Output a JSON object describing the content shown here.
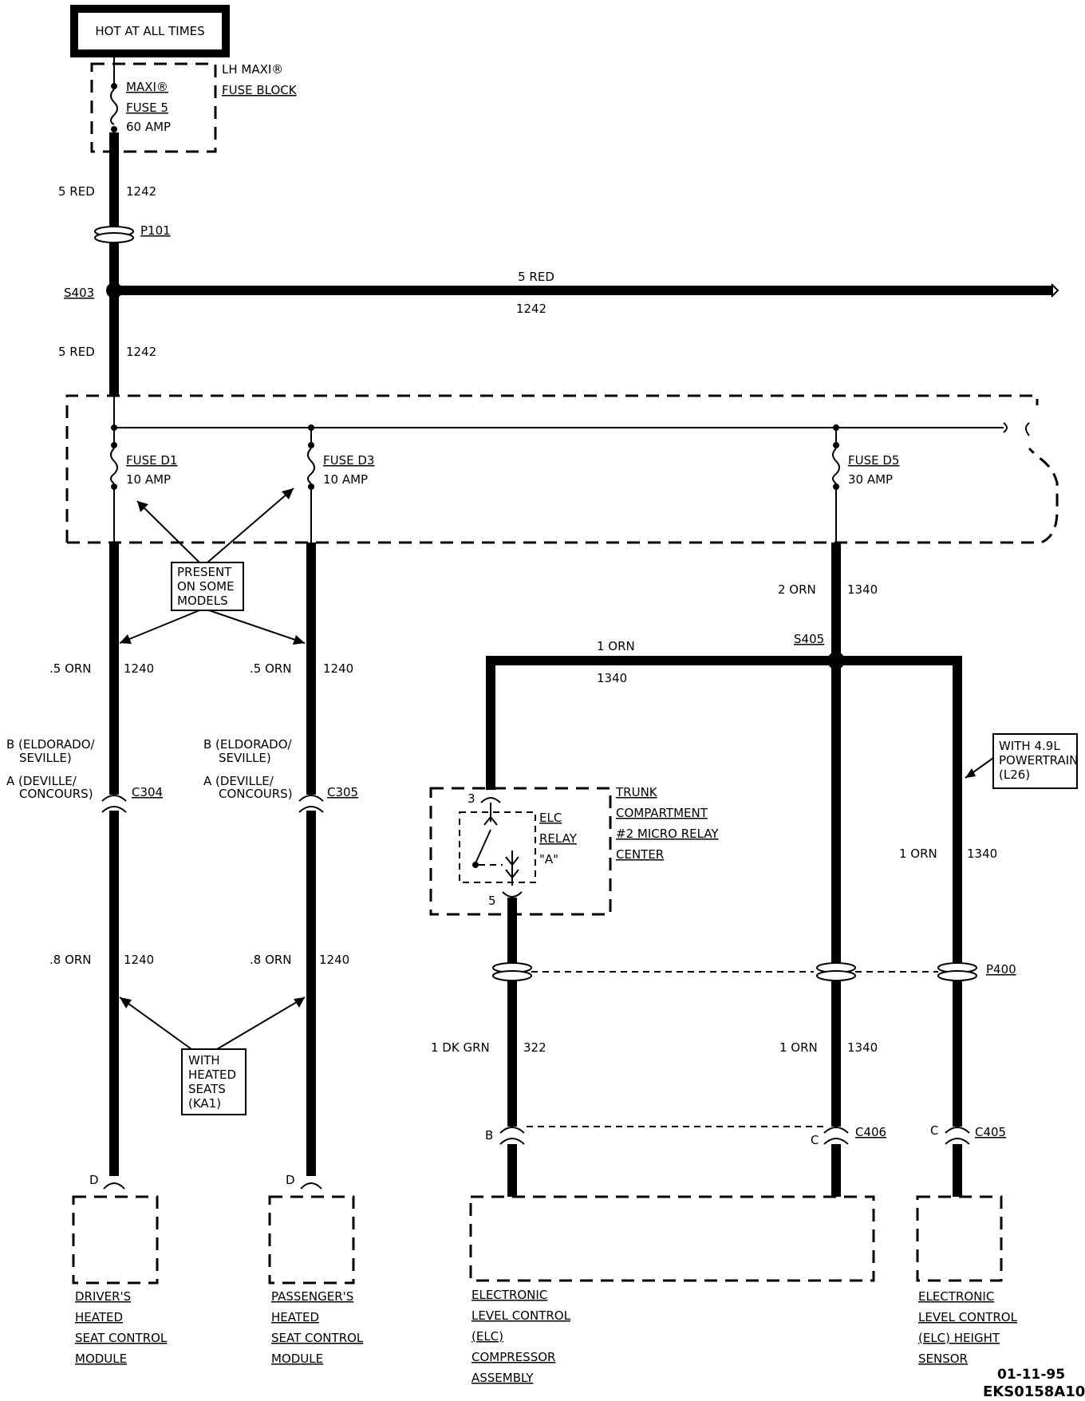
{
  "source": {
    "label": "HOT AT ALL TIMES"
  },
  "maxi_fuse_block": {
    "line1": "LH MAXI®",
    "line2": "FUSE BLOCK"
  },
  "maxi_fuse_5": {
    "line1": "MAXI®",
    "line2": "FUSE 5",
    "line3": "60 AMP"
  },
  "wire_1242_upper": {
    "gauge_color": "5 RED",
    "circuit": "1242"
  },
  "connector_p101": {
    "label": "P101"
  },
  "splice_s403": {
    "label": "S403"
  },
  "wire_1242_horizontal": {
    "gauge_color": "5 RED",
    "circuit": "1242"
  },
  "wire_1242_lower": {
    "gauge_color": "5 RED",
    "circuit": "1242"
  },
  "fuse_d1": {
    "name": "FUSE D1",
    "rating": "10 AMP"
  },
  "fuse_d3": {
    "name": "FUSE D3",
    "rating": "10 AMP"
  },
  "fuse_d5": {
    "name": "FUSE D5",
    "rating": "30 AMP"
  },
  "note_present": {
    "line1": "PRESENT",
    "line2": "ON SOME",
    "line3": "MODELS"
  },
  "wire_1240_d1_upper": {
    "gauge_color": ".5 ORN",
    "circuit": "1240"
  },
  "wire_1240_d3_upper": {
    "gauge_color": ".5 ORN",
    "circuit": "1240"
  },
  "c304_note": {
    "line1": "B (ELDORADO/",
    "line2": "SEVILLE)",
    "line3": "A (DEVILLE/",
    "line4": "CONCOURS)",
    "label": "C304"
  },
  "c305_note": {
    "line1": "B (ELDORADO/",
    "line2": "SEVILLE)",
    "line3": "A (DEVILLE/",
    "line4": "CONCOURS)",
    "label": "C305"
  },
  "wire_1240_d1_lower": {
    "gauge_color": ".8 ORN",
    "circuit": "1240"
  },
  "wire_1240_d3_lower": {
    "gauge_color": ".8 ORN",
    "circuit": "1240"
  },
  "note_heated": {
    "line1": "WITH",
    "line2": "HEATED",
    "line3": "SEATS",
    "line4": "(KA1)"
  },
  "wire_1340_from_d5": {
    "gauge_color": "2 ORN",
    "circuit": "1340"
  },
  "splice_s405": {
    "label": "S405"
  },
  "wire_1340_to_relay": {
    "gauge_color": "1 ORN",
    "circuit": "1340"
  },
  "note_powertrain": {
    "line1": "WITH 4.9L",
    "line2": "POWERTRAIN",
    "line3": "(L26)"
  },
  "wire_1340_right": {
    "gauge_color": "1 ORN",
    "circuit": "1340"
  },
  "relay_center": {
    "line1": "TRUNK",
    "line2": "COMPARTMENT",
    "line3": "#2 MICRO RELAY",
    "line4": "CENTER"
  },
  "elc_relay": {
    "line1": "ELC",
    "line2": "RELAY",
    "line3": "\"A\"",
    "pin_top": "3",
    "pin_bottom": "5"
  },
  "connector_p400": {
    "label": "P400"
  },
  "wire_322": {
    "gauge_color": "1 DK GRN",
    "circuit": "322"
  },
  "wire_1340_mid_lower": {
    "gauge_color": "1 ORN",
    "circuit": "1340"
  },
  "connector_c406": {
    "label": "C406",
    "pin_b": "B",
    "pin_c": "C"
  },
  "connector_c405": {
    "label": "C405",
    "pin": "C"
  },
  "driver_module": {
    "pin": "D",
    "line1": "DRIVER'S",
    "line2": "HEATED",
    "line3": "SEAT CONTROL",
    "line4": "MODULE"
  },
  "passenger_module": {
    "pin": "D",
    "line1": "PASSENGER'S",
    "line2": "HEATED",
    "line3": "SEAT CONTROL",
    "line4": "MODULE"
  },
  "elc_compressor": {
    "line1": "ELECTRONIC",
    "line2": "LEVEL CONTROL",
    "line3": "(ELC)",
    "line4": "COMPRESSOR",
    "line5": "ASSEMBLY"
  },
  "elc_sensor": {
    "line1": "ELECTRONIC",
    "line2": "LEVEL CONTROL",
    "line3": "(ELC) HEIGHT",
    "line4": "SENSOR"
  },
  "footer": {
    "date": "01-11-95",
    "id": "EKS0158A10"
  }
}
